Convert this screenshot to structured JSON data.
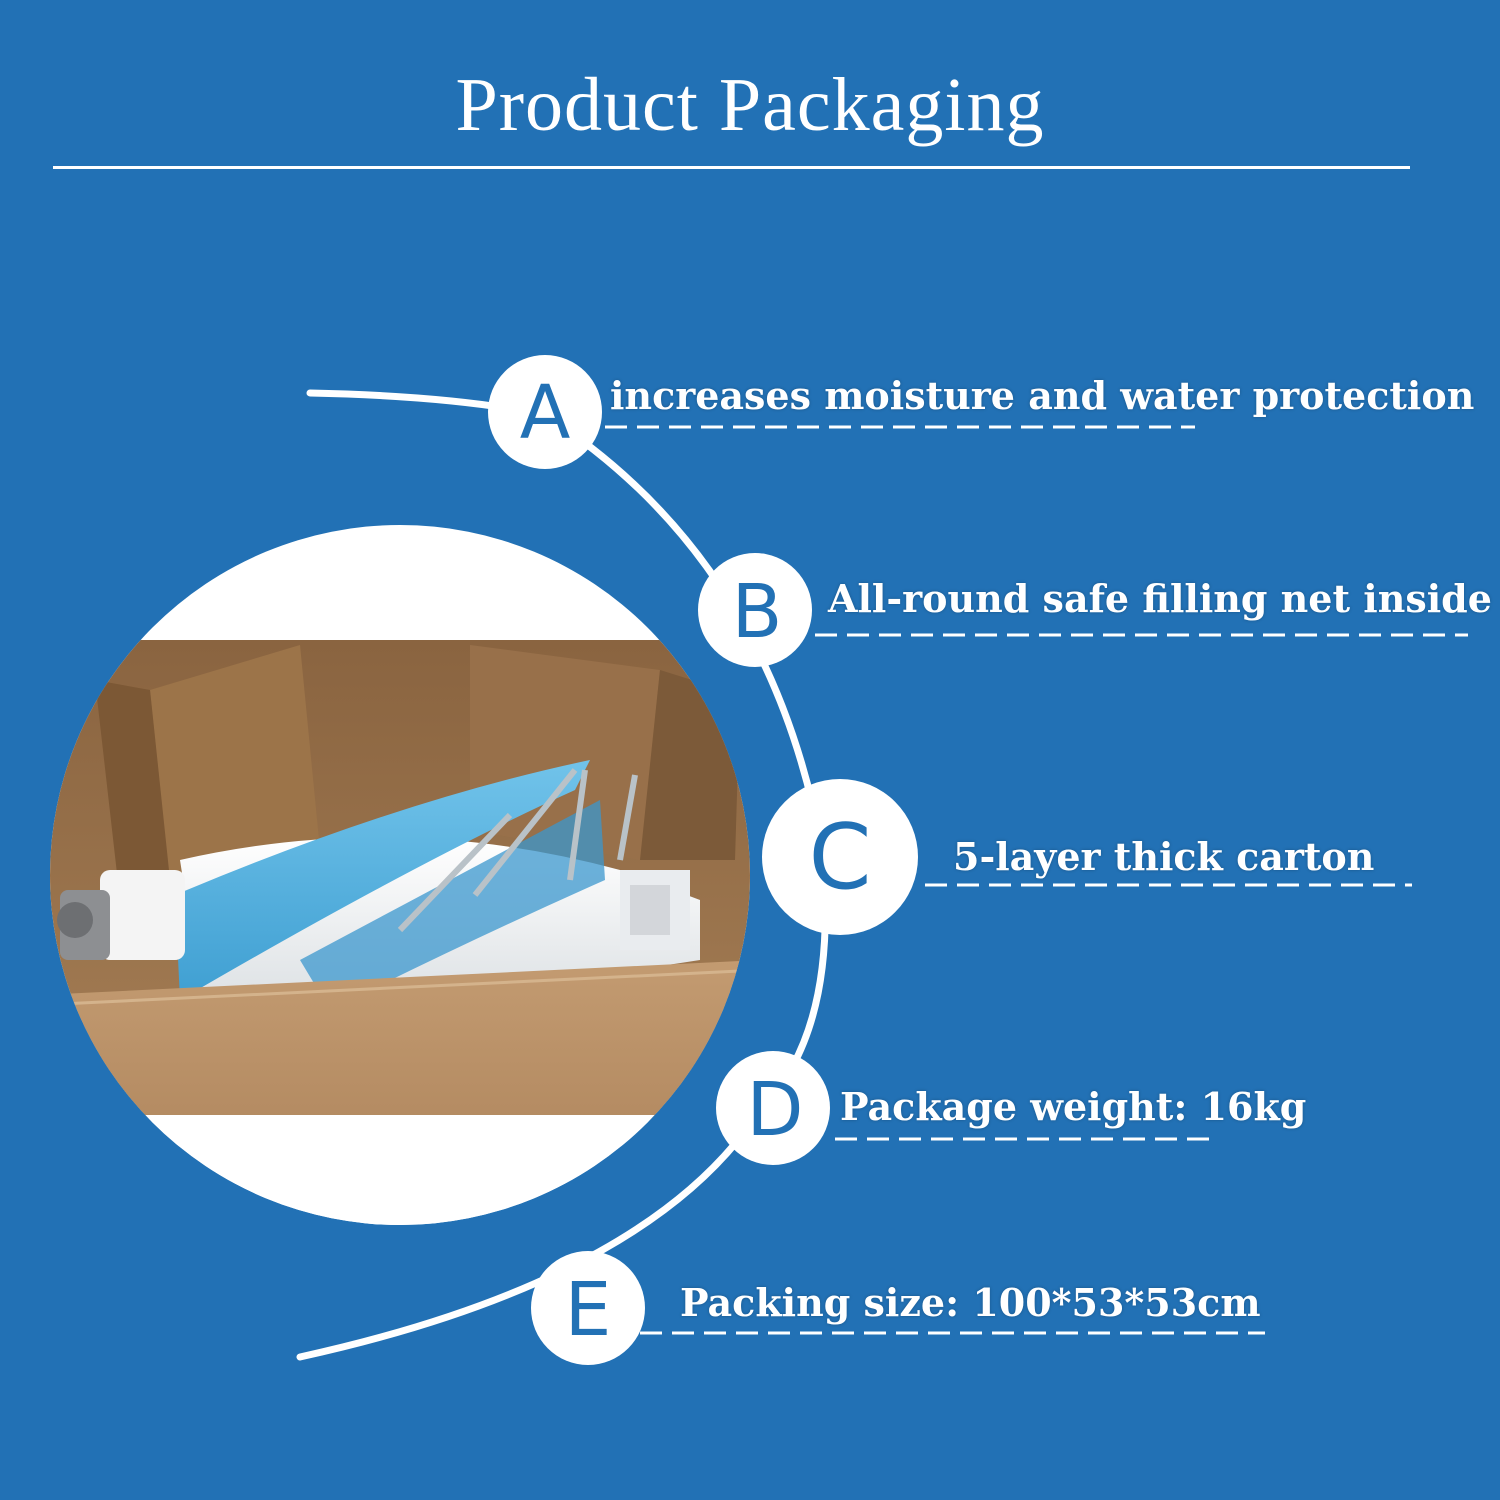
{
  "title": "Product Packaging",
  "colors": {
    "background": "#2271b5",
    "accent": "#ffffff",
    "cardboard": "#b58c62",
    "turbine_blade": "#4fb0df"
  },
  "features": [
    {
      "letter": "A",
      "text": "increases moisture and water protection"
    },
    {
      "letter": "B",
      "text": "All-round safe filling net inside"
    },
    {
      "letter": "C",
      "text": "5-layer thick carton"
    },
    {
      "letter": "D",
      "text": "Package weight: 16kg"
    },
    {
      "letter": "E",
      "text": "Packing size: 100*53*53cm"
    }
  ],
  "photo": {
    "subject": "wind turbine packed in cardboard carton"
  }
}
